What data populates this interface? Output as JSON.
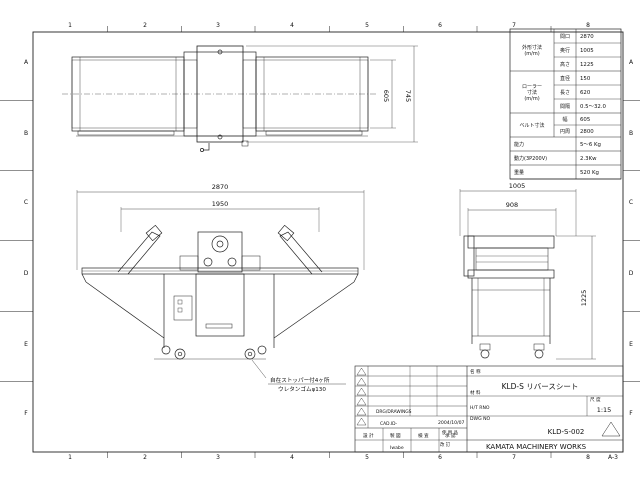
{
  "sheet": {
    "columns": [
      "1",
      "2",
      "3",
      "4",
      "5",
      "6",
      "7",
      "8"
    ],
    "rows": [
      "A",
      "B",
      "C",
      "D",
      "E",
      "F"
    ],
    "page_label": "A-3"
  },
  "spec_table": {
    "rows": [
      {
        "group": "外形寸法\n(m/m)",
        "label": "間口",
        "value": "2870"
      },
      {
        "group": "",
        "label": "奥行",
        "value": "1005"
      },
      {
        "group": "",
        "label": "高さ",
        "value": "1225"
      },
      {
        "group": "ローラー\n寸法\n(m/m)",
        "label": "直径",
        "value": "150"
      },
      {
        "group": "",
        "label": "長さ",
        "value": "620"
      },
      {
        "group": "",
        "label": "間隔",
        "value": "0.5〜32.0"
      },
      {
        "group": "ベルト寸法",
        "label": "幅",
        "value": "605"
      },
      {
        "group": "",
        "label": "円周",
        "value": "2800"
      },
      {
        "group": "能力",
        "label": "",
        "value": "5〜6 Kg"
      },
      {
        "group": "動力(3P200V)",
        "label": "",
        "value": "2.3Kw"
      },
      {
        "group": "重量",
        "label": "",
        "value": "520 Kg"
      }
    ]
  },
  "dimensions": {
    "top_width": "605",
    "top_outer": "745",
    "front_total": "2870",
    "front_inner": "1950",
    "side_total": "1005",
    "side_inner": "908",
    "side_height": "1225"
  },
  "callout": {
    "line1": "自在ストッパー付4ヶ所",
    "line2": "ウレタンゴムφ130"
  },
  "title_block": {
    "name_label": "名 称",
    "title": "KLD-S リバースシート",
    "scale_label": "尺 度",
    "scale": "1:15",
    "dwg_label": "DWG NO",
    "dwg_no": "KLD-S-002",
    "material_label": "材 料",
    "hr_label": "H/T RNO",
    "drg_label": "DRG/DRAWINGS",
    "cad_label": "CAD.ID-",
    "date": "2004/10/07",
    "qty_label": "使 用 品",
    "kaisu_label": "改 訂",
    "design_label": "設 計",
    "draw_label": "製 図",
    "check_label": "検 査",
    "approve_label": "承 認",
    "drafter": "Iwabe",
    "company": "KAMATA MACHINERY WORKS",
    "rev_marks": [
      "1",
      "2",
      "3",
      "4",
      "5",
      "6"
    ]
  }
}
